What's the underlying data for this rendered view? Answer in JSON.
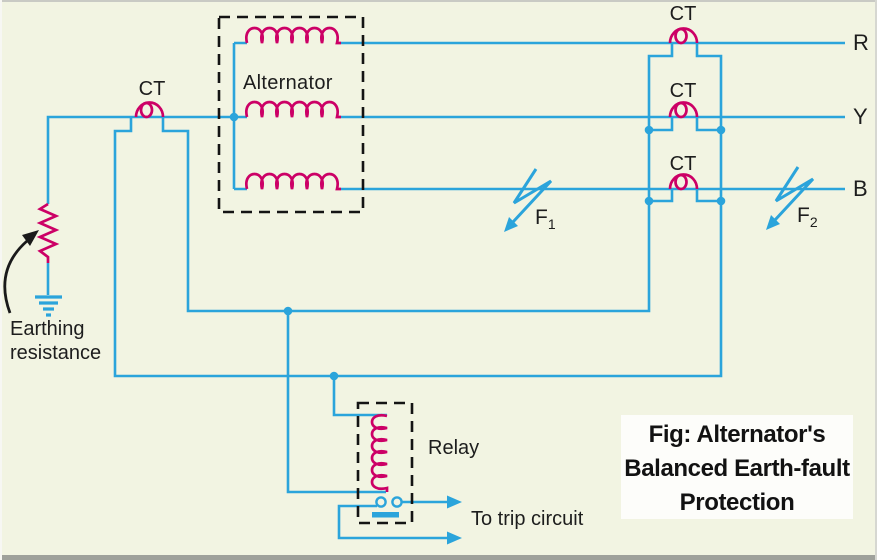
{
  "colors": {
    "wire_blue": "#2BA4DB",
    "coil_magenta": "#CC0066",
    "text_black": "#1D1D1D",
    "background": "#F2F4E2",
    "caption_background": "#FDFDFA"
  },
  "labels": {
    "ct_left": "CT",
    "ct_r": "CT",
    "ct_y": "CT",
    "ct_b": "CT",
    "alternator": "Alternator",
    "phase_r": "R",
    "phase_y": "Y",
    "phase_b": "B",
    "fault1_base": "F",
    "fault1_sub": "1",
    "fault2_base": "F",
    "fault2_sub": "2",
    "earthing_line1": "Earthing",
    "earthing_line2": "resistance",
    "relay": "Relay",
    "trip": "To trip circuit"
  },
  "figure": {
    "caption_line1": "Fig: Alternator's",
    "caption_line2": "Balanced Earth-fault",
    "caption_line3": "Protection"
  }
}
